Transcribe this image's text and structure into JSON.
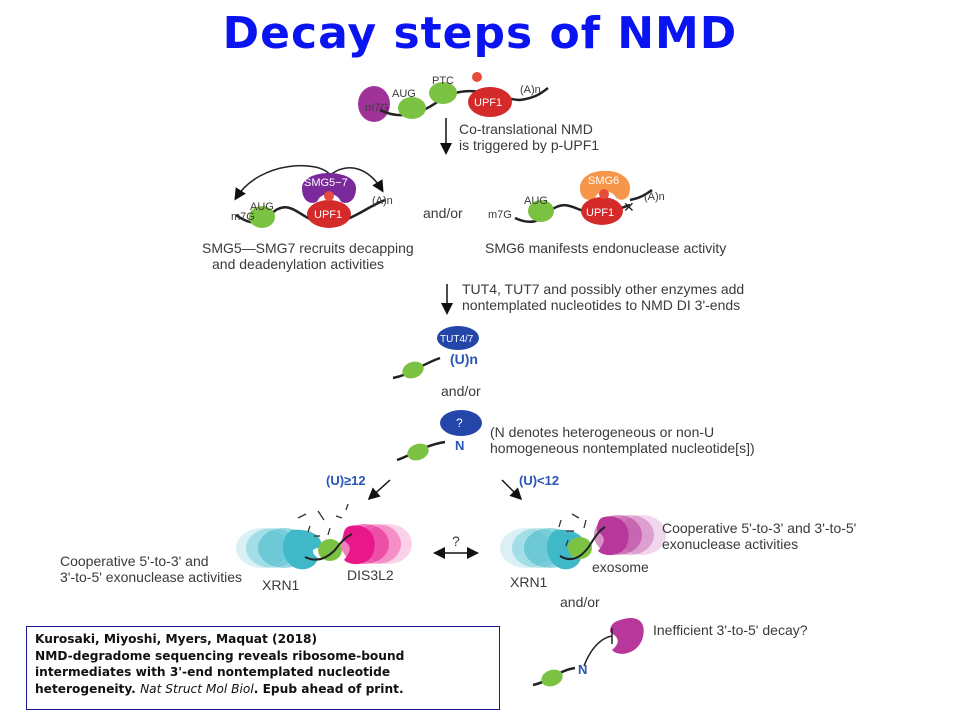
{
  "title": "Decay steps of NMD",
  "step1": {
    "cap": "m7G",
    "aug": "AUG",
    "ptc": "PTC",
    "upf1": "UPF1",
    "phospho": "P",
    "polyA": "(A)n",
    "caption_line1": "Co-translational NMD",
    "caption_line2": "is triggered by p-UPF1"
  },
  "step2_left": {
    "complex": "SMG5−7",
    "cap": "m7G",
    "aug": "AUG",
    "upf1": "UPF1",
    "polyA": "(A)n",
    "caption_line1": "SMG5—SMG7 recruits decapping",
    "caption_line2": "and deadenylation activities"
  },
  "and_or": "and/or",
  "step2_right": {
    "complex": "SMG6",
    "cap": "m7G",
    "aug": "AUG",
    "upf1": "UPF1",
    "polyA": "(A)n",
    "caption": "SMG6 manifests endonuclease activity"
  },
  "step3": {
    "caption_line1": "TUT4, TUT7 and possibly other enzymes add",
    "caption_line2": "nontemplated nucleotides to NMD DI 3'-ends",
    "enzyme": "TUT4/7",
    "tail": "(U)n",
    "and_or": "and/or",
    "unknown_enzyme": "?",
    "tail_n": "N",
    "n_note_line1": "(N denotes heterogeneous or non-U",
    "n_note_line2": "homogeneous nontemplated nucleotide[s])"
  },
  "step4": {
    "left_branch": "(U)≥12",
    "right_branch": "(U)<12",
    "left_caption_line1": "Cooperative 5'-to-3' and",
    "left_caption_line2": "3'-to-5' exonuclease activities",
    "xrn1": "XRN1",
    "dis3l2": "DIS3L2",
    "exchange": "?",
    "exosome": "exosome",
    "right_caption_line1": "Cooperative 5'-to-3' and 3'-to-5'",
    "right_caption_line2": "exonuclease activities",
    "and_or": "and/or",
    "tail_n": "N",
    "inefficient": "Inefficient 3'-to-5' decay?"
  },
  "reference": {
    "line1": "Kurosaki, Miyoshi, Myers, Maquat (2018)",
    "line2": "NMD-degradome sequencing reveals ribosome-bound",
    "line3": "intermediates with 3'-end nontemplated nucleotide",
    "line4_pre": "heterogeneity. ",
    "journal": "Nat Struct Mol Biol",
    "line4_post": ". Epub ahead of print."
  },
  "colors": {
    "title": "#0a14f0",
    "ribosome": "#7cc242",
    "upf1": "#d42a2a",
    "smg57": "#7b2a9c",
    "smg6": "#f5964a",
    "cap_protein": "#a0339a",
    "tut": "#2346a8",
    "xrn1": "#3fb8c8",
    "dis3l2": "#e8178a",
    "exosome": "#b8379a",
    "label_blue": "#2a55b8"
  }
}
